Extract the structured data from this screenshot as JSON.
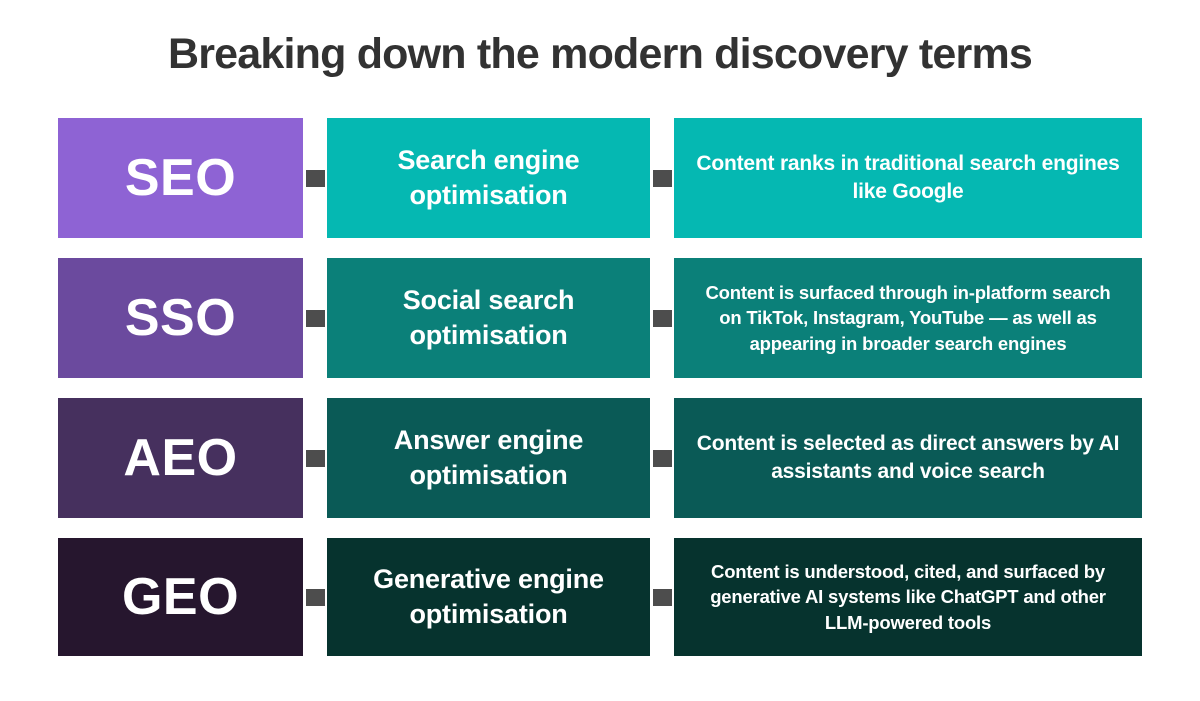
{
  "title": "Breaking down the modern discovery terms",
  "colors": {
    "title_text": "#323232",
    "background": "#ffffff",
    "connector": "#4d4d4d",
    "text_on_block": "#ffffff"
  },
  "connector_icon": "connector-square",
  "rows": [
    {
      "acronym": "SEO",
      "term": "Search engine optimisation",
      "description": "Content ranks in traditional search engines like Google",
      "acronym_color": "#8e63d4",
      "term_color": "#05b8b2",
      "description_color": "#05b8b2",
      "description_size": "normal"
    },
    {
      "acronym": "SSO",
      "term": "Social search optimisation",
      "description": "Content is surfaced through in-platform search on TikTok, Instagram, YouTube — as well as appearing in broader search engines",
      "acronym_color": "#6b4a9e",
      "term_color": "#0b8079",
      "description_color": "#0b8079",
      "description_size": "small"
    },
    {
      "acronym": "AEO",
      "term": "Answer engine optimisation",
      "description": "Content is selected as direct answers by AI assistants and voice search",
      "acronym_color": "#46305e",
      "term_color": "#0a5a56",
      "description_color": "#0a5a56",
      "description_size": "normal"
    },
    {
      "acronym": "GEO",
      "term": "Generative engine optimisation",
      "description": "Content is understood, cited, and surfaced by generative AI systems like ChatGPT and other LLM-powered tools",
      "acronym_color": "#26162e",
      "term_color": "#06332e",
      "description_color": "#06332e",
      "description_size": "small"
    }
  ]
}
